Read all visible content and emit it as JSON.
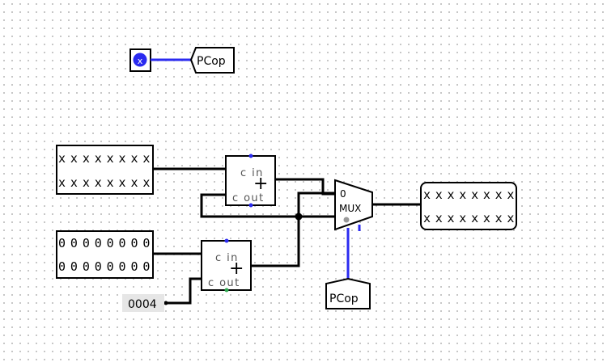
{
  "pin": {
    "value": "x",
    "color": "#2b2bf0"
  },
  "tunnel_top": {
    "label": "PCop"
  },
  "register_pc": {
    "line1": "xxxxxxxx",
    "line2": "xxxxxxxx"
  },
  "register_zero": {
    "line1": "00000000",
    "line2": "00000000"
  },
  "register_out": {
    "line1": "xxxxxxxx",
    "line2": "xxxxxxxx"
  },
  "adder_top": {
    "cin": "c in",
    "cout": "c out",
    "symbol": "+"
  },
  "adder_bottom": {
    "cin": "c in",
    "cout": "c out",
    "symbol": "+"
  },
  "constant": {
    "value": "0004"
  },
  "mux": {
    "label": "MUX",
    "input0": "0"
  },
  "tunnel_bottom": {
    "label": "PCop"
  },
  "colors": {
    "wire": "#000000",
    "select_wire": "#2b2bf0",
    "port_green": "#2ea84f"
  }
}
